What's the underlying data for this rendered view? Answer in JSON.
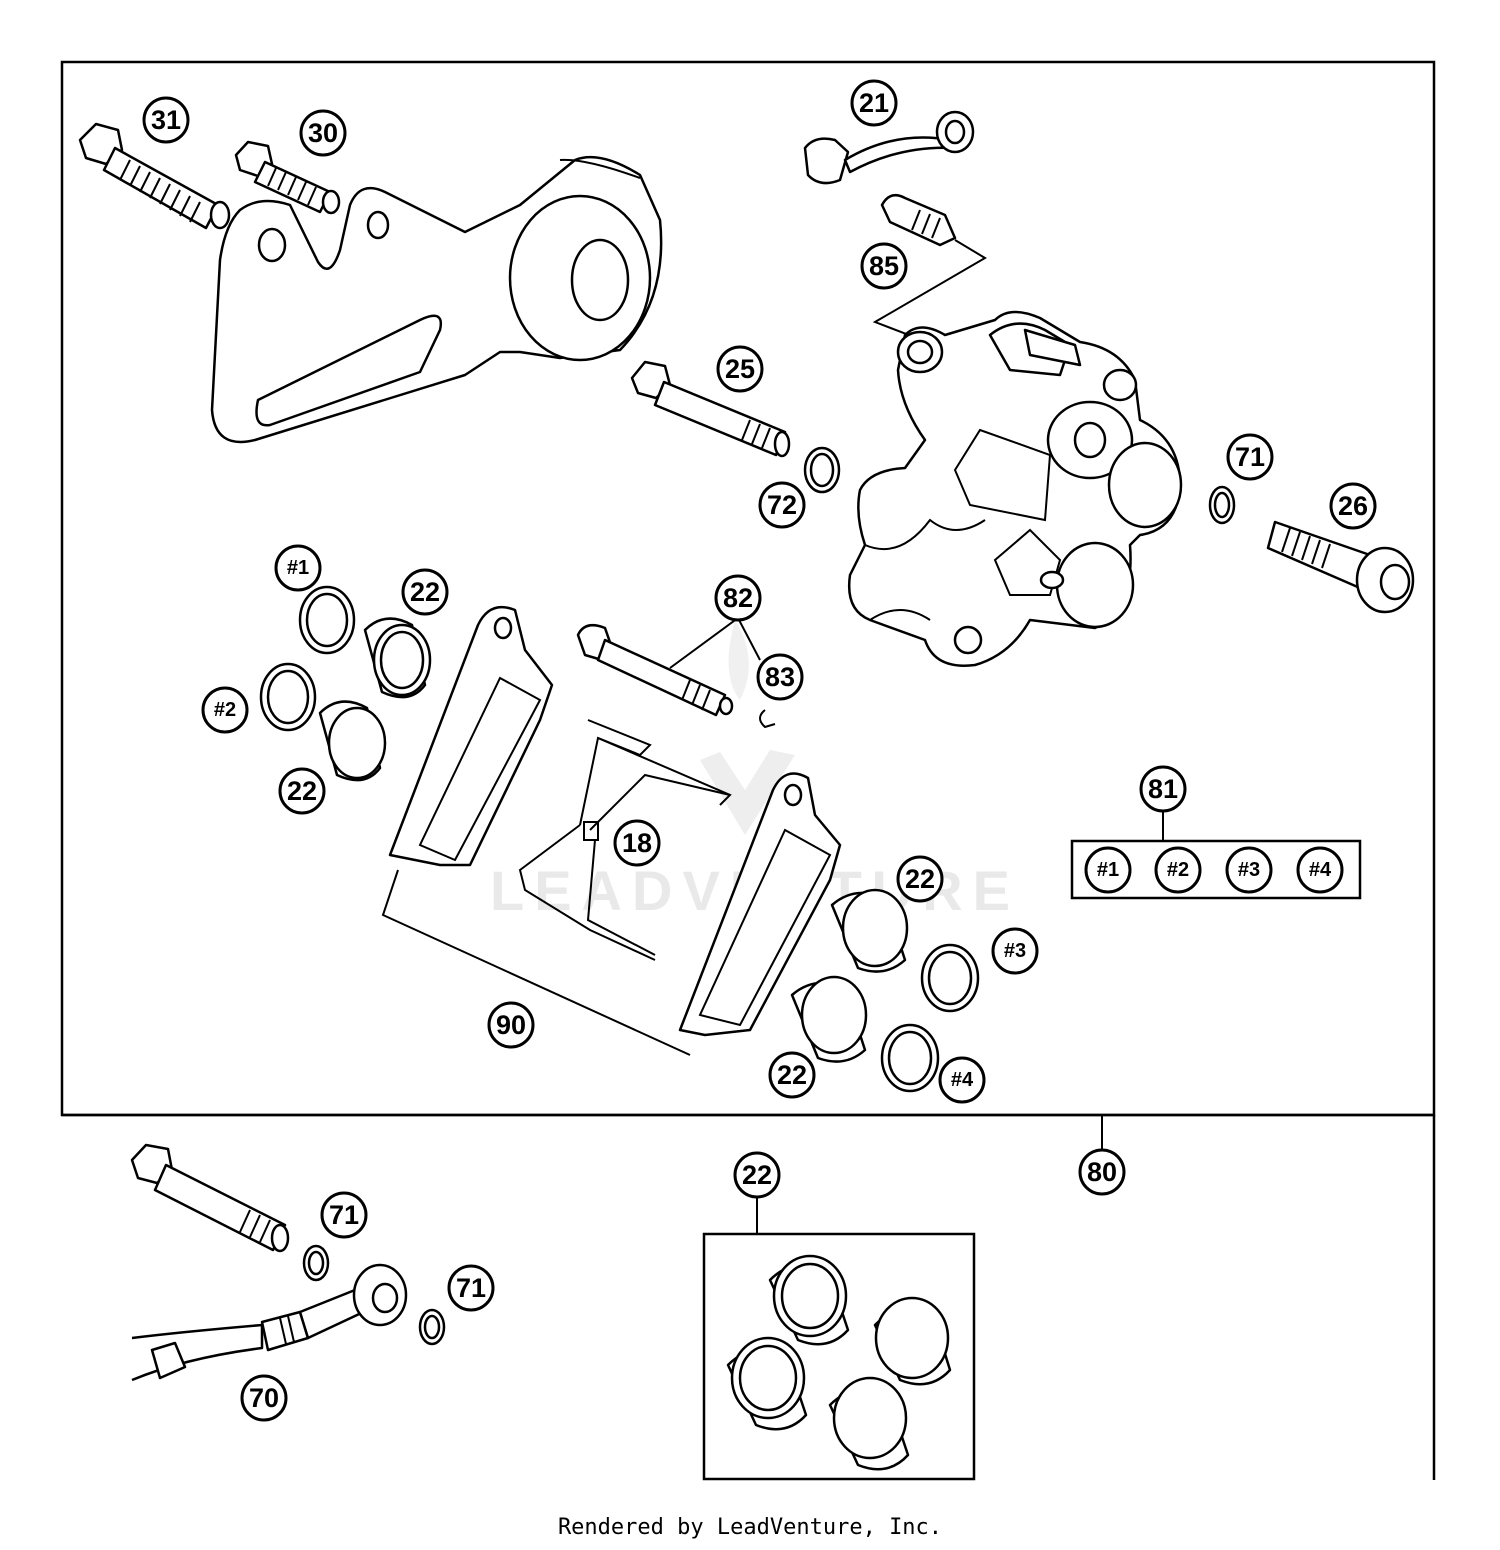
{
  "watermark": {
    "text": "LEADVENTURE",
    "color": "#e9e9e9"
  },
  "footer": {
    "text": "Rendered by LeadVenture, Inc."
  },
  "callouts": {
    "c31": "31",
    "c30": "30",
    "c21": "21",
    "c85": "85",
    "c25": "25",
    "c72": "72",
    "c71a": "71",
    "c26": "26",
    "ch1": "#1",
    "c22a": "22",
    "c82": "82",
    "c83": "83",
    "ch2": "#2",
    "c22b": "22",
    "c81": "81",
    "c18": "18",
    "k1": "#1",
    "k2": "#2",
    "k3": "#3",
    "k4": "#4",
    "c22c": "22",
    "ch3": "#3",
    "c90": "90",
    "c22d": "22",
    "ch4": "#4",
    "c80": "80",
    "c71b": "71",
    "c71c": "71",
    "c22e": "22",
    "c70": "70"
  }
}
